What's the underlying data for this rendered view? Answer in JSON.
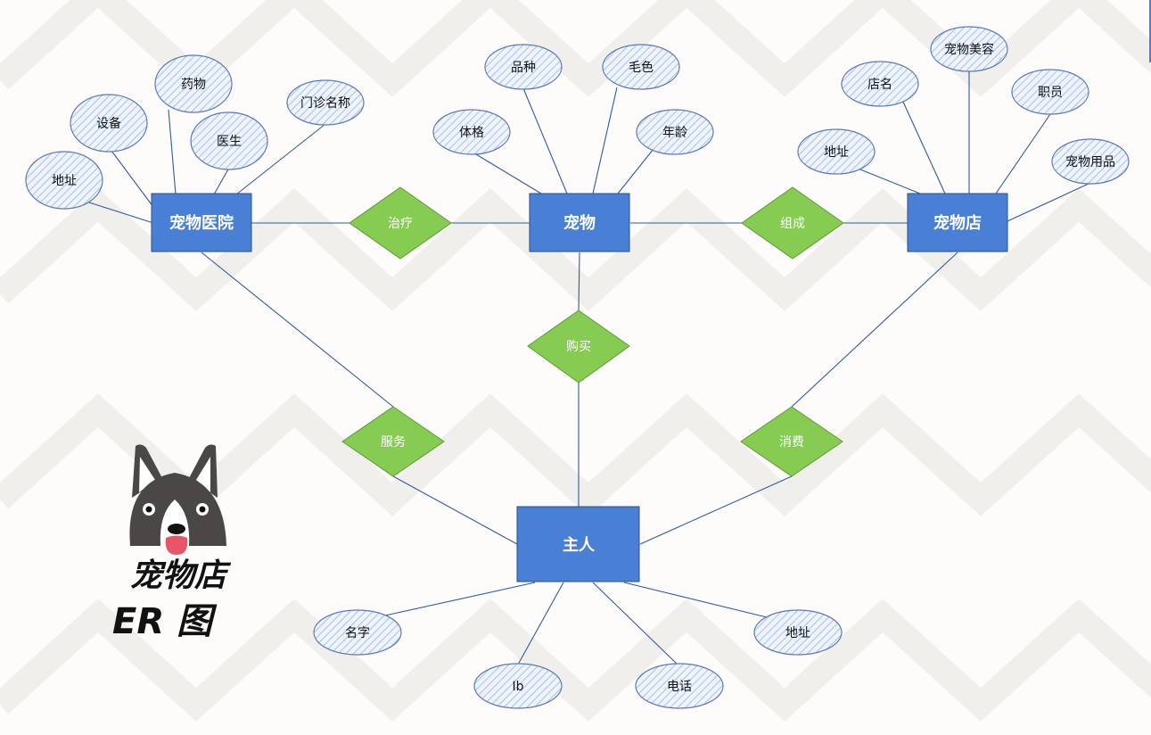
{
  "diagram": {
    "entities": [
      {
        "id": "hospital",
        "label": "宠物医院"
      },
      {
        "id": "pet",
        "label": "宠物"
      },
      {
        "id": "store",
        "label": "宠物店"
      },
      {
        "id": "owner",
        "label": "主人"
      }
    ],
    "relations": [
      {
        "id": "treat",
        "label": "治疗",
        "from": "hospital",
        "to": "pet"
      },
      {
        "id": "compose",
        "label": "组成",
        "from": "pet",
        "to": "store"
      },
      {
        "id": "buy",
        "label": "购买",
        "from": "pet",
        "to": "owner"
      },
      {
        "id": "service",
        "label": "服务",
        "from": "hospital",
        "to": "owner"
      },
      {
        "id": "consume",
        "label": "消费",
        "from": "store",
        "to": "owner"
      }
    ],
    "attributes": [
      {
        "id": "h_address",
        "label": "地址",
        "entity": "hospital"
      },
      {
        "id": "h_equipment",
        "label": "设备",
        "entity": "hospital"
      },
      {
        "id": "h_medicine",
        "label": "药物",
        "entity": "hospital"
      },
      {
        "id": "h_doctor",
        "label": "医生",
        "entity": "hospital"
      },
      {
        "id": "h_clinic_name",
        "label": "门诊名称",
        "entity": "hospital"
      },
      {
        "id": "p_build",
        "label": "体格",
        "entity": "pet"
      },
      {
        "id": "p_breed",
        "label": "品种",
        "entity": "pet"
      },
      {
        "id": "p_color",
        "label": "毛色",
        "entity": "pet"
      },
      {
        "id": "p_age",
        "label": "年龄",
        "entity": "pet"
      },
      {
        "id": "s_address",
        "label": "地址",
        "entity": "store"
      },
      {
        "id": "s_name",
        "label": "店名",
        "entity": "store"
      },
      {
        "id": "s_grooming",
        "label": "宠物美容",
        "entity": "store"
      },
      {
        "id": "s_staff",
        "label": "职员",
        "entity": "store"
      },
      {
        "id": "s_supplies",
        "label": "宠物用品",
        "entity": "store"
      },
      {
        "id": "o_name",
        "label": "名字",
        "entity": "owner"
      },
      {
        "id": "o_id",
        "label": "Ib",
        "entity": "owner"
      },
      {
        "id": "o_phone",
        "label": "电话",
        "entity": "owner"
      },
      {
        "id": "o_address",
        "label": "地址",
        "entity": "owner"
      }
    ]
  },
  "branding": {
    "title_line1": "宠物店",
    "title_line2": "ER 图",
    "mascot_icon": "dog-face-icon"
  },
  "colors": {
    "entity_fill": "#4a7fd6",
    "relation_fill": "#86cc52",
    "attribute_hatch": "#a9c0ea",
    "edge": "#2f5aa0"
  }
}
